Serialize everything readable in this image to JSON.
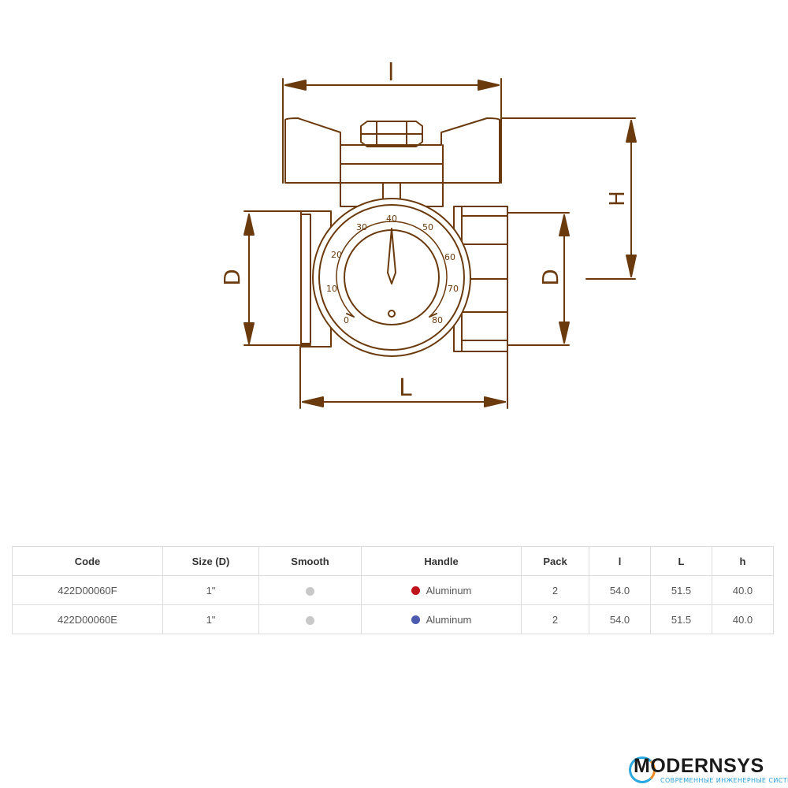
{
  "drawing": {
    "dim_labels": {
      "top_width": "l",
      "height": "H",
      "left_diameter": "D",
      "right_diameter": "D",
      "length": "L"
    },
    "dial_numbers": [
      "0",
      "10",
      "20",
      "30",
      "40",
      "50",
      "60",
      "70",
      "80"
    ]
  },
  "table": {
    "headers": [
      "Code",
      "Size (D)",
      "Smooth",
      "Handle",
      "Pack",
      "l",
      "L",
      "h"
    ],
    "rows": [
      {
        "code": "422D00060F",
        "size": "1\"",
        "smooth_color": "#c8c8c8",
        "handle_color": "#c0141c",
        "handle": "Aluminum",
        "pack": "2",
        "l": "54.0",
        "L": "51.5",
        "h": "40.0"
      },
      {
        "code": "422D00060E",
        "size": "1\"",
        "smooth_color": "#c8c8c8",
        "handle_color": "#4a5bb0",
        "handle": "Aluminum",
        "pack": "2",
        "l": "54.0",
        "L": "51.5",
        "h": "40.0"
      }
    ]
  },
  "logo": {
    "name": "MODERNSYS",
    "tagline": "СОВРЕМЕННЫЕ ИНЖЕНЕРНЫЕ СИСТЕМЫ"
  },
  "colors": {
    "line": "#6b3a0c",
    "logo_blue": "#29a8e0",
    "logo_orange": "#f08a24"
  }
}
